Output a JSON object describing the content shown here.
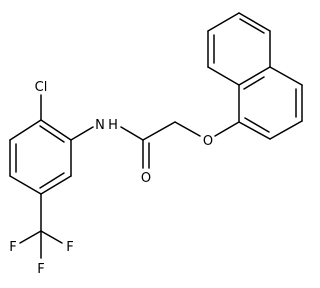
{
  "molecule": {
    "atoms": {
      "chlorine": "Cl",
      "amide_nitrogen": "N",
      "amide_hydrogen": "H",
      "carbonyl_oxygen": "O",
      "ether_oxygen": "O",
      "fluorine_left": "F",
      "fluorine_bottom": "F",
      "fluorine_right": "F"
    },
    "colors": {
      "bond": "#000000",
      "label": "#000000",
      "background": "#ffffff"
    }
  }
}
